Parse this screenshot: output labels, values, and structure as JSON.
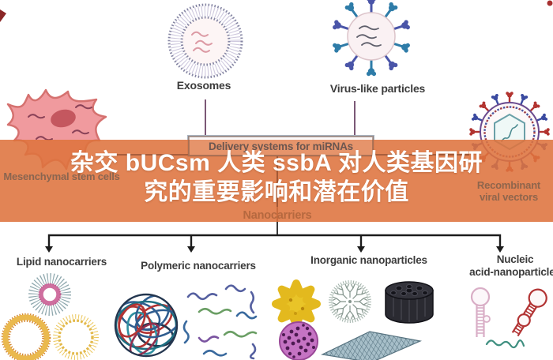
{
  "figure": {
    "top_items": {
      "exosomes_label": "Exosomes",
      "virus_like_label": "Virus-like particles",
      "msc_label": "Mesenchymal stem cells",
      "rvv_label_line1": "Recombinant",
      "rvv_label_line2": "viral vectors"
    },
    "center": {
      "box_title": "Delivery systems for miRNAs",
      "trunk_label": "Nanocarriers"
    },
    "categories": [
      {
        "label": "Lipid nanocarriers"
      },
      {
        "label": "Polymeric nanocarriers"
      },
      {
        "label": "Inorganic nanoparticles"
      },
      {
        "label_line1": "Nucleic",
        "label_line2": "acid-nanoparticles"
      }
    ],
    "illustration_names": [
      "exosome-vesicle",
      "virus-like-particle",
      "mesenchymal-stem-cell",
      "recombinant-viral-vector",
      "micelle",
      "liposome",
      "liposome-dashed",
      "polymer-ball",
      "polymer-chains",
      "gold-nanostar",
      "dendrimer",
      "carbon-nanotube-bundle",
      "mesoporous-silica-sphere",
      "graphene-sheet",
      "rna-hairpin-pink",
      "rna-hairpin-red",
      "rna-strand"
    ]
  },
  "overlay": {
    "text_line1": "杂交 bUCsm 人类 ssbA 对人类基因研",
    "text_line2": "究的重要影响和潜在价值",
    "band_color": "#de733e",
    "text_color": "#ffffff"
  }
}
